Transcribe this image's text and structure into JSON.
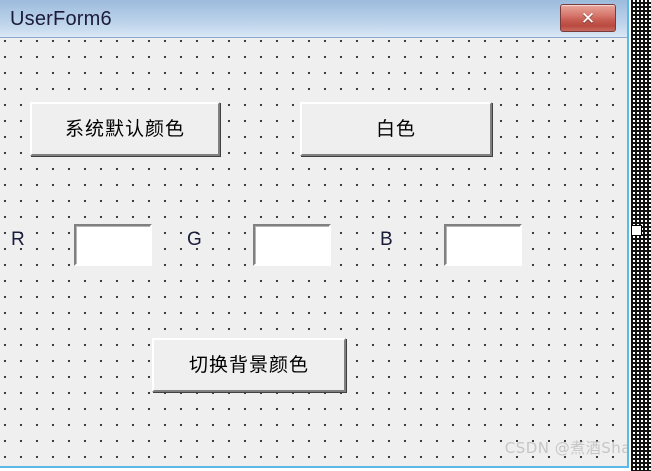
{
  "window": {
    "title": "UserForm6",
    "close_button_label": "✕",
    "close_icon_name": "close-icon"
  },
  "form": {
    "buttons": [
      {
        "id": "btn-system-default",
        "label": "系统默认颜色"
      },
      {
        "id": "btn-white",
        "label": "白色"
      },
      {
        "id": "btn-switch-bg",
        "label": "切换背景颜色"
      }
    ],
    "labels": {
      "r": "R",
      "g": "G",
      "b": "B"
    },
    "textboxes": {
      "r_value": "",
      "g_value": "",
      "b_value": ""
    }
  },
  "watermark": {
    "text": "CSDN @煮酒Sha"
  },
  "colors": {
    "titlebar_top": "#9cbadb",
    "titlebar_bottom": "#dce9f7",
    "form_background": "#efefef",
    "form_border": "#5bb8e8",
    "close_button": "#c75d52",
    "button_face": "#efefef",
    "button_shadow": "#808080",
    "grid_dot": "#2e2e2e",
    "title_text": "#1b1b3a",
    "watermark_text": "#c6c6c6"
  }
}
